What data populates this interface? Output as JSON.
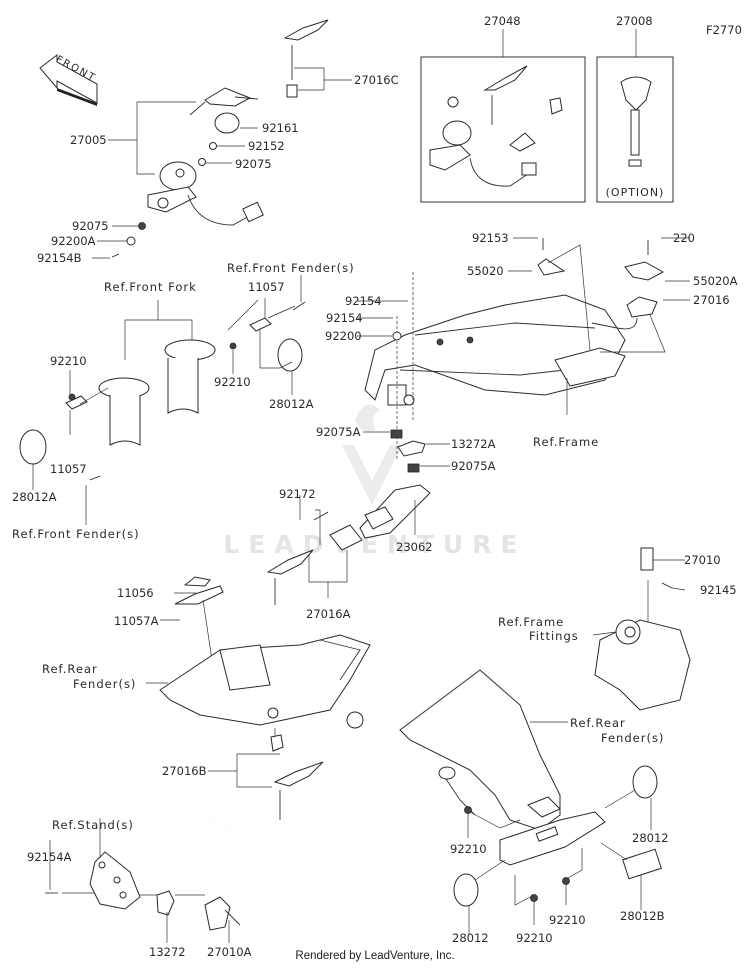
{
  "diagram": {
    "figure_code": "F2770",
    "front_arrow_label": "FRONT",
    "watermark": "LEADVENTURE",
    "footer": "Rendered by LeadVenture, Inc.",
    "option_note": "(OPTION)"
  },
  "callouts": [
    {
      "id": "c27048",
      "text": "27048"
    },
    {
      "id": "c27008",
      "text": "27008"
    },
    {
      "id": "c27016C",
      "text": "27016C"
    },
    {
      "id": "c27005",
      "text": "27005"
    },
    {
      "id": "c92161",
      "text": "92161"
    },
    {
      "id": "c92152",
      "text": "92152"
    },
    {
      "id": "c92075a",
      "text": "92075"
    },
    {
      "id": "c92075b",
      "text": "92075"
    },
    {
      "id": "c92200A",
      "text": "92200A"
    },
    {
      "id": "c92154B",
      "text": "92154B"
    },
    {
      "id": "cRefFrontFenderTop",
      "text": "Ref.Front Fender(s)"
    },
    {
      "id": "cRefFrontFork",
      "text": "Ref.Front Fork"
    },
    {
      "id": "c11057top",
      "text": "11057"
    },
    {
      "id": "c92210fork",
      "text": "92210"
    },
    {
      "id": "c92210right",
      "text": "92210"
    },
    {
      "id": "c28012Aright",
      "text": "28012A"
    },
    {
      "id": "c11057left",
      "text": "11057"
    },
    {
      "id": "c28012Aleft",
      "text": "28012A"
    },
    {
      "id": "cRefFrontFenderBottom",
      "text": "Ref.Front Fender(s)"
    },
    {
      "id": "c92153",
      "text": "92153"
    },
    {
      "id": "c220",
      "text": "220"
    },
    {
      "id": "c55020",
      "text": "55020"
    },
    {
      "id": "c55020A",
      "text": "55020A"
    },
    {
      "id": "c27016",
      "text": "27016"
    },
    {
      "id": "c92154a",
      "text": "92154"
    },
    {
      "id": "c92154b",
      "text": "92154"
    },
    {
      "id": "c92200",
      "text": "92200"
    },
    {
      "id": "c92075A1",
      "text": "92075A"
    },
    {
      "id": "c13272A",
      "text": "13272A"
    },
    {
      "id": "c92075A2",
      "text": "92075A"
    },
    {
      "id": "cRefFrame",
      "text": "Ref.Frame"
    },
    {
      "id": "c92172",
      "text": "92172"
    },
    {
      "id": "c23062",
      "text": "23062"
    },
    {
      "id": "c27016A",
      "text": "27016A"
    },
    {
      "id": "c27010",
      "text": "27010"
    },
    {
      "id": "c92145",
      "text": "92145"
    },
    {
      "id": "cRefFrameFittings1",
      "text": "Ref.Frame"
    },
    {
      "id": "cRefFrameFittings2",
      "text": "Fittings"
    },
    {
      "id": "c11056",
      "text": "11056"
    },
    {
      "id": "c11057A",
      "text": "11057A"
    },
    {
      "id": "cRefRearFenderL1",
      "text": "Ref.Rear"
    },
    {
      "id": "cRefRearFenderL2",
      "text": "Fender(s)"
    },
    {
      "id": "cRefRearFenderR1",
      "text": "Ref.Rear"
    },
    {
      "id": "cRefRearFenderR2",
      "text": "Fender(s)"
    },
    {
      "id": "c27016B",
      "text": "27016B"
    },
    {
      "id": "cRefStand",
      "text": "Ref.Stand(s)"
    },
    {
      "id": "c92154A",
      "text": "92154A"
    },
    {
      "id": "c13272",
      "text": "13272"
    },
    {
      "id": "c27010A",
      "text": "27010A"
    },
    {
      "id": "c92210a",
      "text": "92210"
    },
    {
      "id": "c92210b",
      "text": "92210"
    },
    {
      "id": "c92210c",
      "text": "92210"
    },
    {
      "id": "c28012a",
      "text": "28012"
    },
    {
      "id": "c28012b",
      "text": "28012"
    },
    {
      "id": "c28012B",
      "text": "28012B"
    }
  ]
}
